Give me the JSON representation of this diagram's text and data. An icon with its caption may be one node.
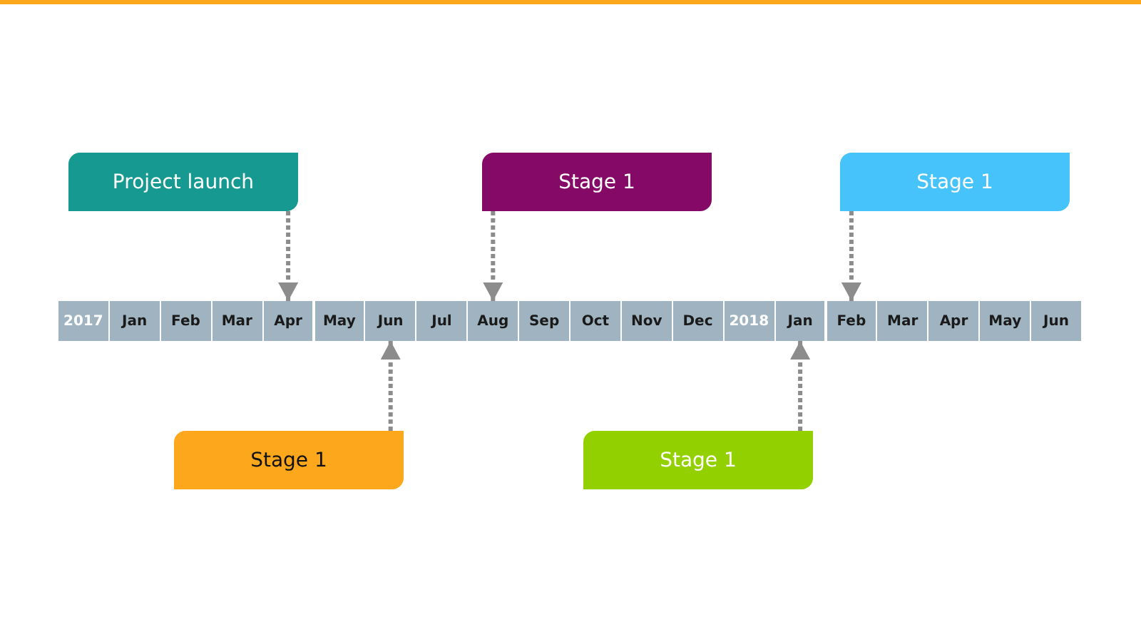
{
  "diagram": {
    "nodes": [
      {
        "text": [
          "Project launch"
        ]
      },
      {
        "text": [
          "Stage 1"
        ]
      },
      {
        "text": [
          "Stage 1"
        ]
      },
      {
        "text": [
          "2017"
        ]
      },
      {
        "text": [
          "Jan"
        ]
      },
      {
        "text": [
          "Feb"
        ]
      },
      {
        "text": [
          "Mar"
        ]
      },
      {
        "text": [
          "Apr"
        ]
      },
      {
        "text": [
          "May"
        ]
      },
      {
        "text": [
          "Jun"
        ]
      },
      {
        "text": [
          "Jul"
        ]
      },
      {
        "text": [
          "Aug"
        ]
      },
      {
        "text": [
          "Sep"
        ]
      },
      {
        "text": [
          "Oct"
        ]
      },
      {
        "text": [
          "Nov"
        ]
      },
      {
        "text": [
          "Dec"
        ]
      },
      {
        "text": [
          "2018"
        ]
      },
      {
        "text": [
          "Jan"
        ]
      },
      {
        "text": [
          "Feb"
        ]
      },
      {
        "text": [
          "Mar"
        ]
      },
      {
        "text": [
          "Apr"
        ]
      },
      {
        "text": [
          "May"
        ]
      },
      {
        "text": [
          "Jun"
        ]
      },
      {
        "text": [
          "Stage 1"
        ]
      },
      {
        "text": [
          "Stage 1"
        ]
      }
    ],
    "edges": [
      {
        "from": 0,
        "to": 7,
        "arrow": "to",
        "style": "dashed"
      },
      {
        "from": 1,
        "to": 11,
        "arrow": "to",
        "style": "dashed"
      },
      {
        "from": 2,
        "to": 18,
        "arrow": "to",
        "style": "dashed"
      },
      {
        "from": 23,
        "to": 9,
        "arrow": "to",
        "style": "dashed"
      },
      {
        "from": 24,
        "to": 17,
        "arrow": "to",
        "style": "dashed"
      }
    ]
  }
}
